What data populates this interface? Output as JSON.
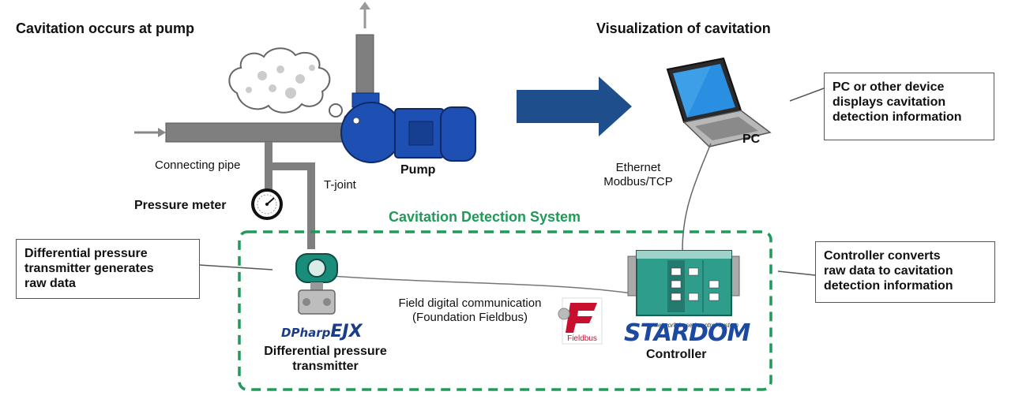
{
  "headings": {
    "left": "Cavitation occurs at pump",
    "right": "Visualization of cavitation"
  },
  "labels": {
    "connecting_pipe": "Connecting pipe",
    "t_joint": "T-joint",
    "pump": "Pump",
    "pressure_meter": "Pressure meter",
    "pc": "PC",
    "ethernet": "Ethernet",
    "modbus": "Modbus/TCP",
    "system_title": "Cavitation Detection System",
    "field_comm_1": "Field digital communication",
    "field_comm_2": "(Foundation Fieldbus)",
    "dp_transmitter_1": "Differential pressure",
    "dp_transmitter_2": "transmitter",
    "controller": "Controller"
  },
  "callouts": {
    "pc": [
      "PC or other device",
      "displays cavitation",
      "detection information"
    ],
    "transmitter": [
      "Differential pressure",
      "transmitter generates",
      "raw data"
    ],
    "controller": [
      "Controller converts",
      "raw data to cavitation",
      "detection information"
    ]
  },
  "logos": {
    "dpharp_a": "DPharp",
    "dpharp_b": "EJX",
    "fieldbus": "Fieldbus",
    "stardom": "STARDOM",
    "stardom_tagline": "a network-based control system"
  },
  "colors": {
    "pipe": "#7f7f7f",
    "pump_blue": "#1e50b4",
    "arrow_blue": "#1f4e8c",
    "system_green": "#1f9a58",
    "controller_green": "#2f9d8c"
  }
}
